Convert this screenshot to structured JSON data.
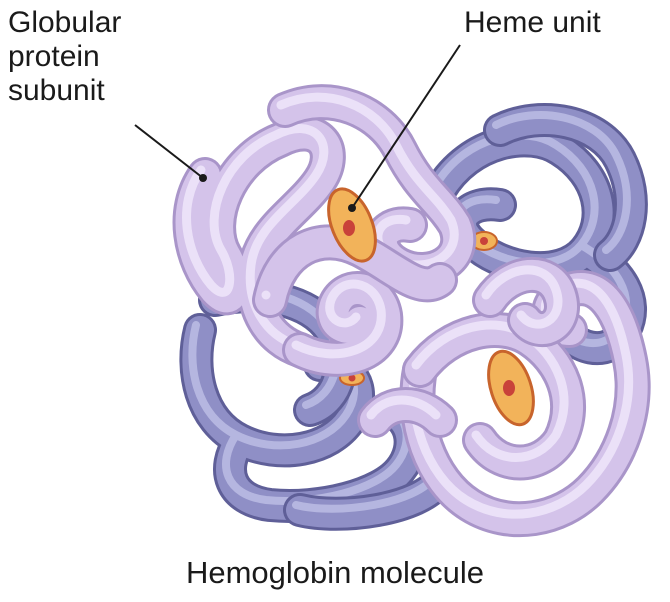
{
  "labels": {
    "globular_line1": "Globular",
    "globular_line2": "protein",
    "globular_line3": "subunit",
    "heme": "Heme unit",
    "caption": "Hemoglobin molecule"
  },
  "colors": {
    "alpha_chain": "#d4c3ea",
    "alpha_highlight": "#efe6fa",
    "alpha_shadow": "#a995c9",
    "beta_chain": "#8f8fc6",
    "beta_highlight": "#bcbde4",
    "beta_shadow": "#5f5f98",
    "heme_disc": "#f2b35a",
    "heme_rim": "#c8642c",
    "heme_iron": "#c9423a",
    "leader_line": "#1a1a1a",
    "text": "#1a1a1a"
  }
}
